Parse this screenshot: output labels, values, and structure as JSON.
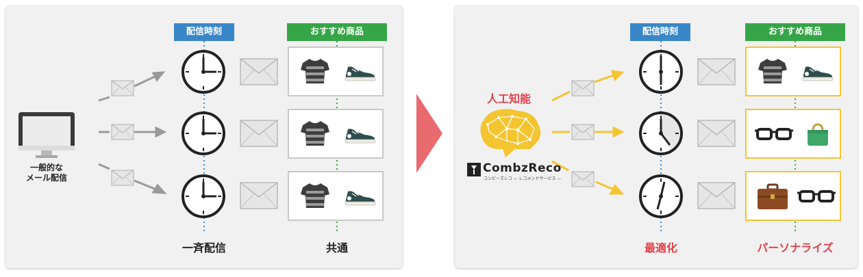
{
  "left": {
    "pc_label_1": "一般的な",
    "pc_label_2": "メール配信",
    "time_header": "配信時刻",
    "rec_header": "おすすめ商品",
    "bottom_time": "一斉配信",
    "bottom_rec": "共通"
  },
  "right": {
    "ai_label": "人工知能",
    "brand": "CombzReco",
    "brand_sub": "コンビーズレコ — レコメンドサービス —",
    "time_header": "配信時刻",
    "rec_header": "おすすめ商品",
    "bottom_time": "最適化",
    "bottom_rec": "パーソナライズ"
  },
  "colors": {
    "time_header": "#3a87c8",
    "rec_header": "#36a547",
    "accent_red": "#e0414b",
    "accent_yellow": "#f4c531",
    "arrow_gray": "#9a9a9a",
    "big_arrow": "#e96a6f"
  },
  "icons": {
    "left_products": [
      [
        "shirt-icon",
        "sneaker-icon"
      ],
      [
        "shirt-icon",
        "sneaker-icon"
      ],
      [
        "shirt-icon",
        "sneaker-icon"
      ]
    ],
    "right_products": [
      [
        "shirt-icon",
        "sneaker-icon"
      ],
      [
        "glasses-icon",
        "bag-icon"
      ],
      [
        "briefcase-icon",
        "glasses-icon"
      ]
    ]
  }
}
